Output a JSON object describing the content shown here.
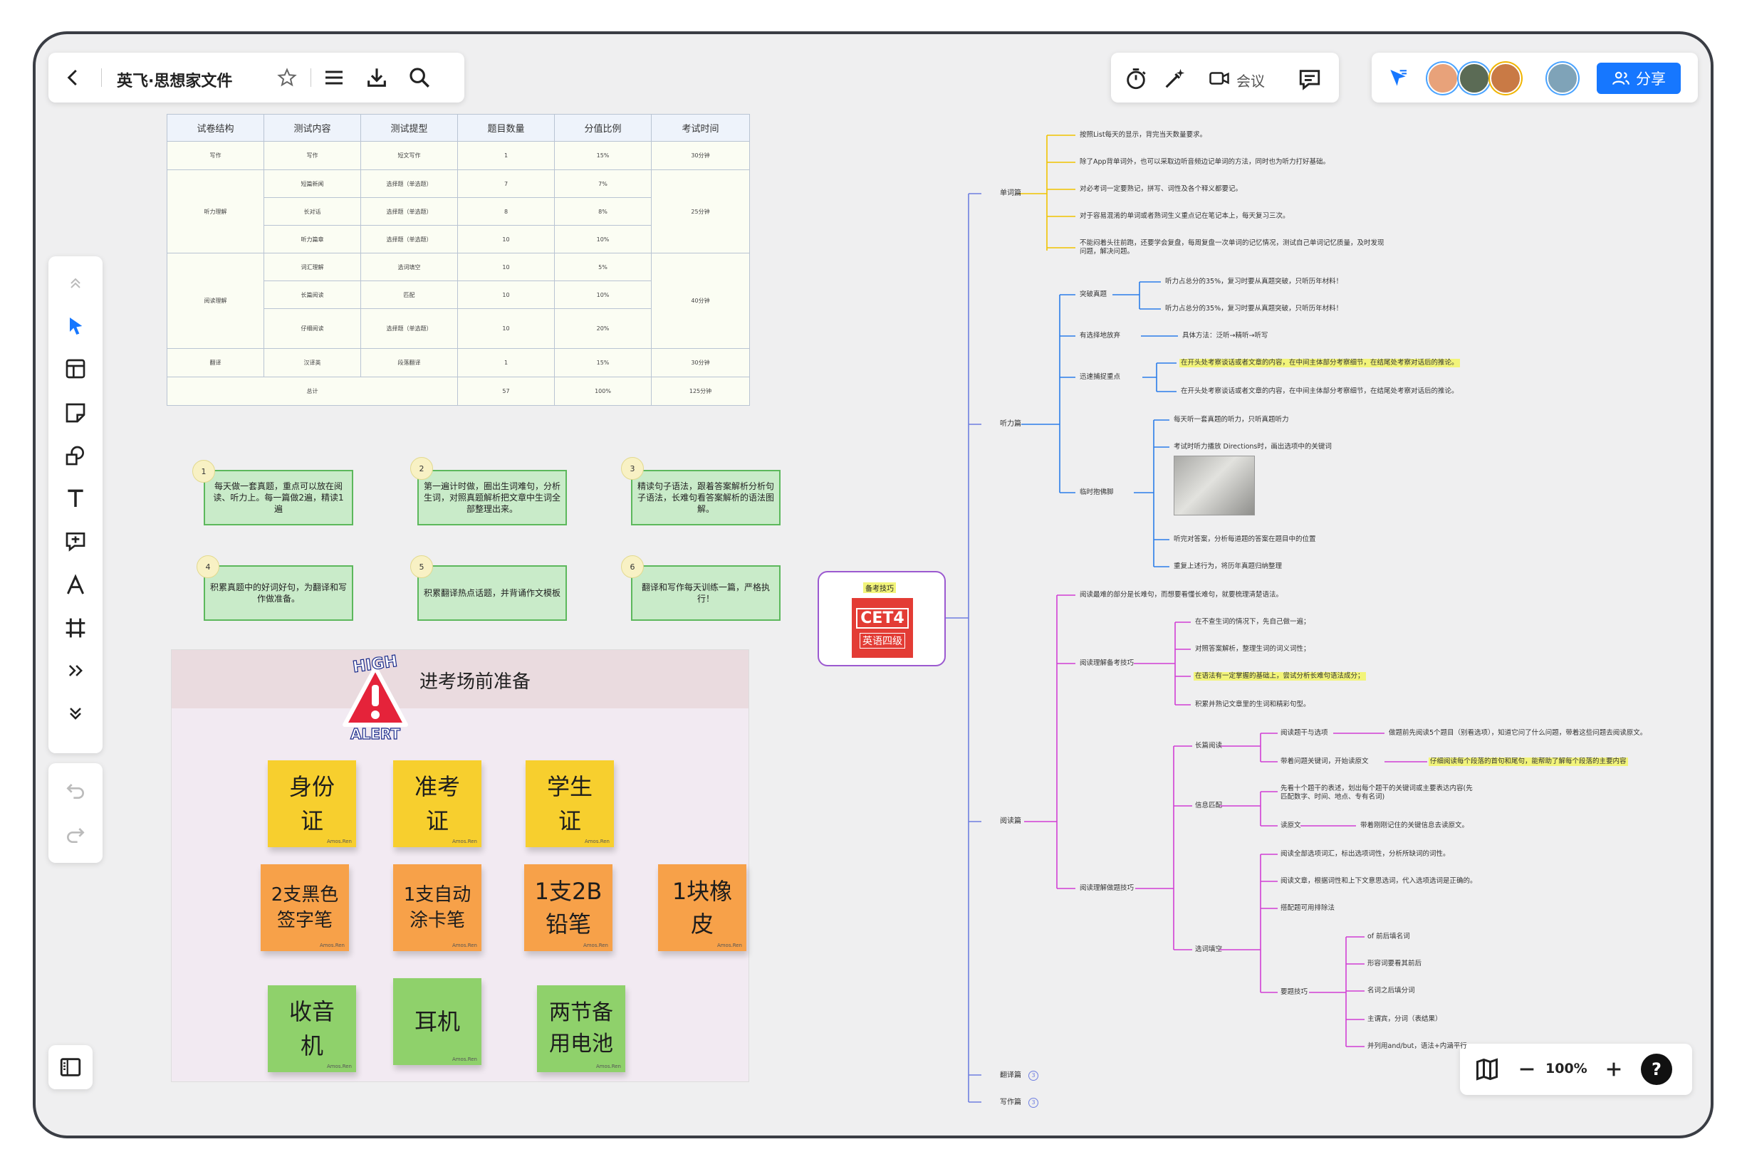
{
  "toolbar_left": {
    "title": "英飞·思想家文件"
  },
  "toolbar_mid": {
    "meeting_label": "会议"
  },
  "toolbar_right": {
    "share_label": "分享"
  },
  "zoom": {
    "level": "100%"
  },
  "help_label": "?",
  "table": {
    "headers": [
      "试卷结构",
      "测试内容",
      "测试提型",
      "题目数量",
      "分值比例",
      "考试时间"
    ],
    "writing": {
      "section": "写作",
      "content": "写作",
      "type": "短文写作",
      "count": "1",
      "ratio": "15%",
      "time": "30分钟"
    },
    "listening": {
      "section": "听力理解",
      "time": "25分钟",
      "rows": [
        {
          "content": "短篇新闻",
          "type": "选择题（单选题）",
          "count": "7",
          "ratio": "7%"
        },
        {
          "content": "长对话",
          "type": "选择题（单选题）",
          "count": "8",
          "ratio": "8%"
        },
        {
          "content": "听力篇章",
          "type": "选择题（单选题）",
          "count": "10",
          "ratio": "10%"
        }
      ]
    },
    "reading": {
      "section": "阅读理解",
      "time": "40分钟",
      "rows": [
        {
          "content": "词汇理解",
          "type": "选词填空",
          "count": "10",
          "ratio": "5%"
        },
        {
          "content": "长篇阅读",
          "type": "匹配",
          "count": "10",
          "ratio": "10%"
        },
        {
          "content": "仔细阅读",
          "type": "选择题（单选题）",
          "count": "10",
          "ratio": "20%"
        }
      ]
    },
    "translation": {
      "section": "翻译",
      "content": "汉译英",
      "type": "段落翻译",
      "count": "1",
      "ratio": "15%",
      "time": "30分钟"
    },
    "total": {
      "label": "总计",
      "count": "57",
      "ratio": "100%",
      "time": "125分钟"
    }
  },
  "tasks": [
    {
      "num": "1",
      "text": "每天做一套真题，重点可以放在阅读、听力上。每一篇做2遍，精读1遍"
    },
    {
      "num": "2",
      "text": "第一遍计时做，圈出生词难句，分析生词，对照真题解析把文章中生词全部整理出来。"
    },
    {
      "num": "3",
      "text": "精读句子语法，跟着答案解析分析句子语法，长难句看答案解析的语法图解。"
    },
    {
      "num": "4",
      "text": "积累真题中的好词好句，为翻译和写作做准备。"
    },
    {
      "num": "5",
      "text": "积累翻译热点话题，并背诵作文模板"
    },
    {
      "num": "6",
      "text": "翻译和写作每天训练一篇，严格执行！"
    }
  ],
  "prep": {
    "title": "进考场前准备",
    "alert": {
      "line1": "HIGH",
      "line2": "ALERT"
    },
    "signature": "Amos.Ren",
    "notes": [
      {
        "text": "身份证",
        "color": "yellow"
      },
      {
        "text": "准考证",
        "color": "yellow"
      },
      {
        "text": "学生证",
        "color": "yellow"
      },
      {
        "text": "2支黑色签字笔",
        "color": "orange"
      },
      {
        "text": "1支自动涂卡笔",
        "color": "orange"
      },
      {
        "text": "1支2B铅笔",
        "color": "orange"
      },
      {
        "text": "1块橡皮",
        "color": "orange"
      },
      {
        "text": "收音机",
        "color": "green"
      },
      {
        "text": "耳机",
        "color": "green"
      },
      {
        "text": "两节备用电池",
        "color": "green"
      }
    ]
  },
  "root": {
    "tag": "备考技巧",
    "logo": "CET4",
    "logo_sub": "英语四级"
  },
  "mindmap": {
    "vocab": {
      "label": "单词篇",
      "items": [
        "按照List每天的显示，背完当天数量要求。",
        "除了App背单词外，也可以采取边听音频边记单词的方法，同时也为听力打好基础。",
        "对必考词一定要熟记，拼写、词性及各个释义都要记。",
        "对于容易混淆的单词或者熟词生义重点记在笔记本上，每天复习三次。",
        "不能闷着头往前跑，还要学会复盘，每周复盘一次单词的记忆情况，测试自己单词记忆质量，及时发现问题，解决问题。"
      ]
    },
    "listening": {
      "label": "听力篇",
      "breakthrough": {
        "label": "突破真题",
        "items": [
          "听力占总分的35%，复习时要从真题突破，只听历年材料！",
          "听力占总分的35%，复习时要从真题突破，只听历年材料！"
        ]
      },
      "select": {
        "label": "有选择地放弃",
        "item": "具体方法：泛听→精听→听写"
      },
      "capture": {
        "label": "迅速捕捉重点",
        "items": [
          "在开头处考察谈话或者文章的内容，在中间主体部分考察细节，在结尾处考察对话后的推论。",
          "在开头处考察谈话或者文章的内容，在中间主体部分考察细节，在结尾处考察对话后的推论。"
        ]
      },
      "cram": {
        "label": "临时抱佛脚",
        "items": [
          "每天听一套真题的听力，只听真题听力",
          "考试时听力播放 Directions时，画出选项中的关键词",
          "听完对答案，分析每道题的答案在题目中的位置",
          "重复上述行为，将历年真题归纳整理"
        ]
      }
    },
    "reading": {
      "label": "阅读篇",
      "intro": "阅读最难的部分是长难句，而想要看懂长难句，就要梳理清楚语法。",
      "skills": {
        "label": "阅读理解备考技巧",
        "items": [
          "在不查生词的情况下，先自己做一遍；",
          "对照答案解析，整理生词的词义词性；",
          "在语法有一定掌握的基础上，尝试分析长难句语法成分；",
          "积累并熟记文章里的生词和精彩句型。"
        ]
      },
      "solve_label": "阅读理解做题技巧",
      "long": {
        "label": "长篇阅读",
        "a": "阅读题干与选项",
        "a_detail": "做题前先阅读5个题目（别看选项），知道它问了什么问题，带着这些问题去阅读原文。",
        "b": "带着问题关键词，开始读原文",
        "b_detail": "仔细阅读每个段落的首句和尾句，能帮助了解每个段落的主要内容"
      },
      "match": {
        "label": "信息匹配",
        "a": "先看十个题干的表述，划出每个题干的关键词或主要表达内容(先匹配数字、时间、地点、专有名词)",
        "b": "读原文",
        "b_detail": "带着刚刚记住的关键信息去读原文。"
      },
      "cloze": {
        "label": "选词填空",
        "items": [
          "阅读全部选项词汇，标出选项词性，分析所缺词的词性。",
          "阅读文章，根据词性和上下文意思选词，代入选项选词是正确的。",
          "搭配题可用排除法"
        ],
        "tips_label": "要题技巧",
        "tips": [
          "of 前后填名词",
          "形容词要看其前后",
          "名词之后填分词",
          "主谓宾，分词（表结果）",
          "并列用and/but，语法+内涵平行"
        ]
      }
    },
    "translation": {
      "label": "翻译篇",
      "count": "3"
    },
    "writing": {
      "label": "写作篇",
      "count": "3"
    }
  },
  "colors": {
    "accent": "#1677ff",
    "vocab": "#f0c400",
    "listening": "#2b7de9",
    "reading": "#d13fd4",
    "note_border": "#5cb85c"
  }
}
